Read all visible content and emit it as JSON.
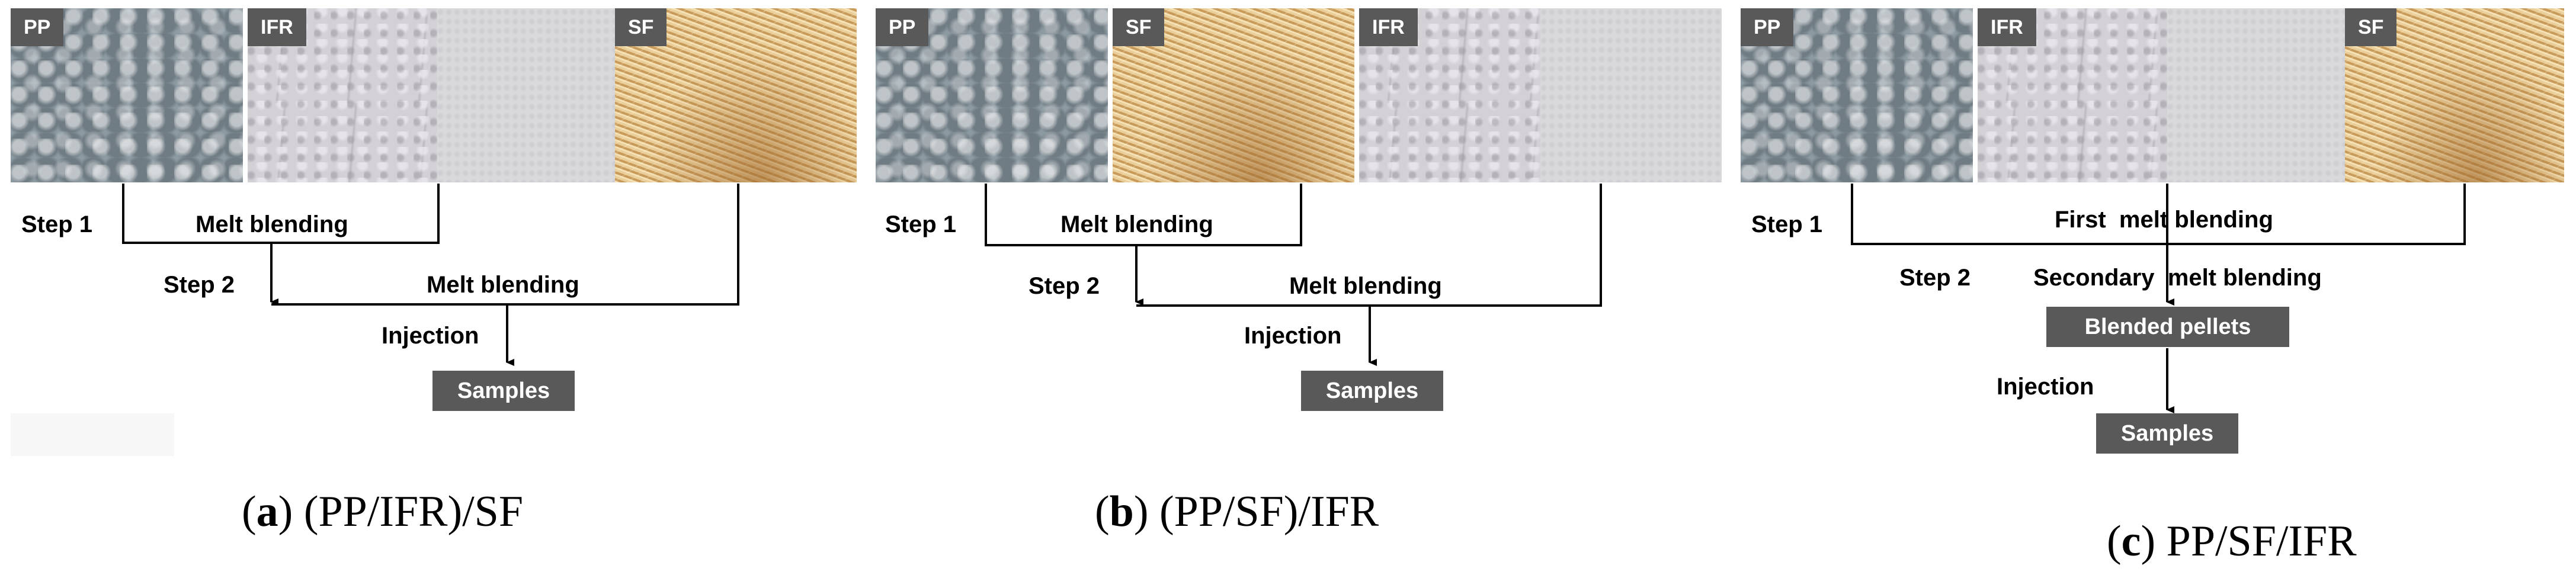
{
  "materials": {
    "pp": "PP",
    "ifr": "IFR",
    "sf": "SF"
  },
  "panel_a": {
    "step1": "Step 1",
    "step2": "Step 2",
    "melt1": "Melt blending",
    "melt2": "Melt blending",
    "injection": "Injection",
    "samples": "Samples",
    "caption_letter": "a",
    "caption_text": "(PP/IFR)/SF"
  },
  "panel_b": {
    "step1": "Step 1",
    "step2": "Step 2",
    "melt1": "Melt blending",
    "melt2": "Melt blending",
    "injection": "Injection",
    "samples": "Samples",
    "caption_letter": "b",
    "caption_text": "(PP/SF)/IFR"
  },
  "panel_c": {
    "step1": "Step 1",
    "step2": "Step 2",
    "melt1": "First  melt blending",
    "melt2": "Secondary  melt blending",
    "blended": "Blended pellets",
    "injection": "Injection",
    "samples": "Samples",
    "caption_letter": "c",
    "caption_text": "PP/SF/IFR"
  },
  "colors": {
    "tag_bg": "#595959",
    "line": "#000000"
  }
}
